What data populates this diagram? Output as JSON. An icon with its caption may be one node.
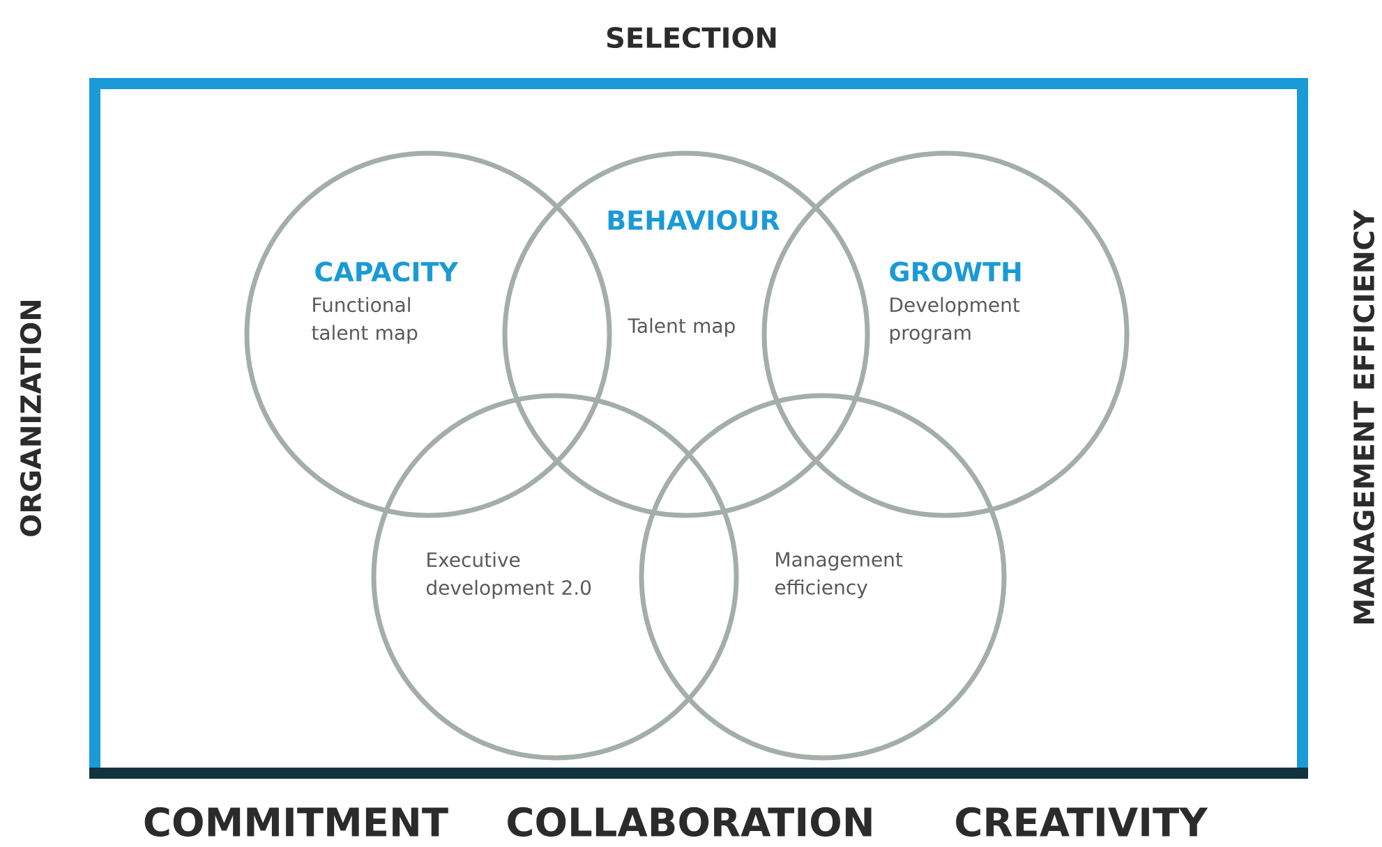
{
  "diagram": {
    "nodes": [
      {
        "text": [
          "CAPACITY",
          "Functional talent map"
        ]
      },
      {
        "text": [
          "BEHAVIOUR",
          "Talent map"
        ]
      },
      {
        "text": [
          "GROWTH",
          "Development program"
        ]
      },
      {
        "text": [
          "Executive development 2.0"
        ]
      },
      {
        "text": [
          "Management efficiency"
        ]
      }
    ],
    "labels": [
      "SELECTION",
      "ORGANIZATION",
      "MANAGEMENT EFFICIENCY",
      "COMMITMENT",
      "COLLABORATION",
      "CREATIVITY"
    ]
  }
}
